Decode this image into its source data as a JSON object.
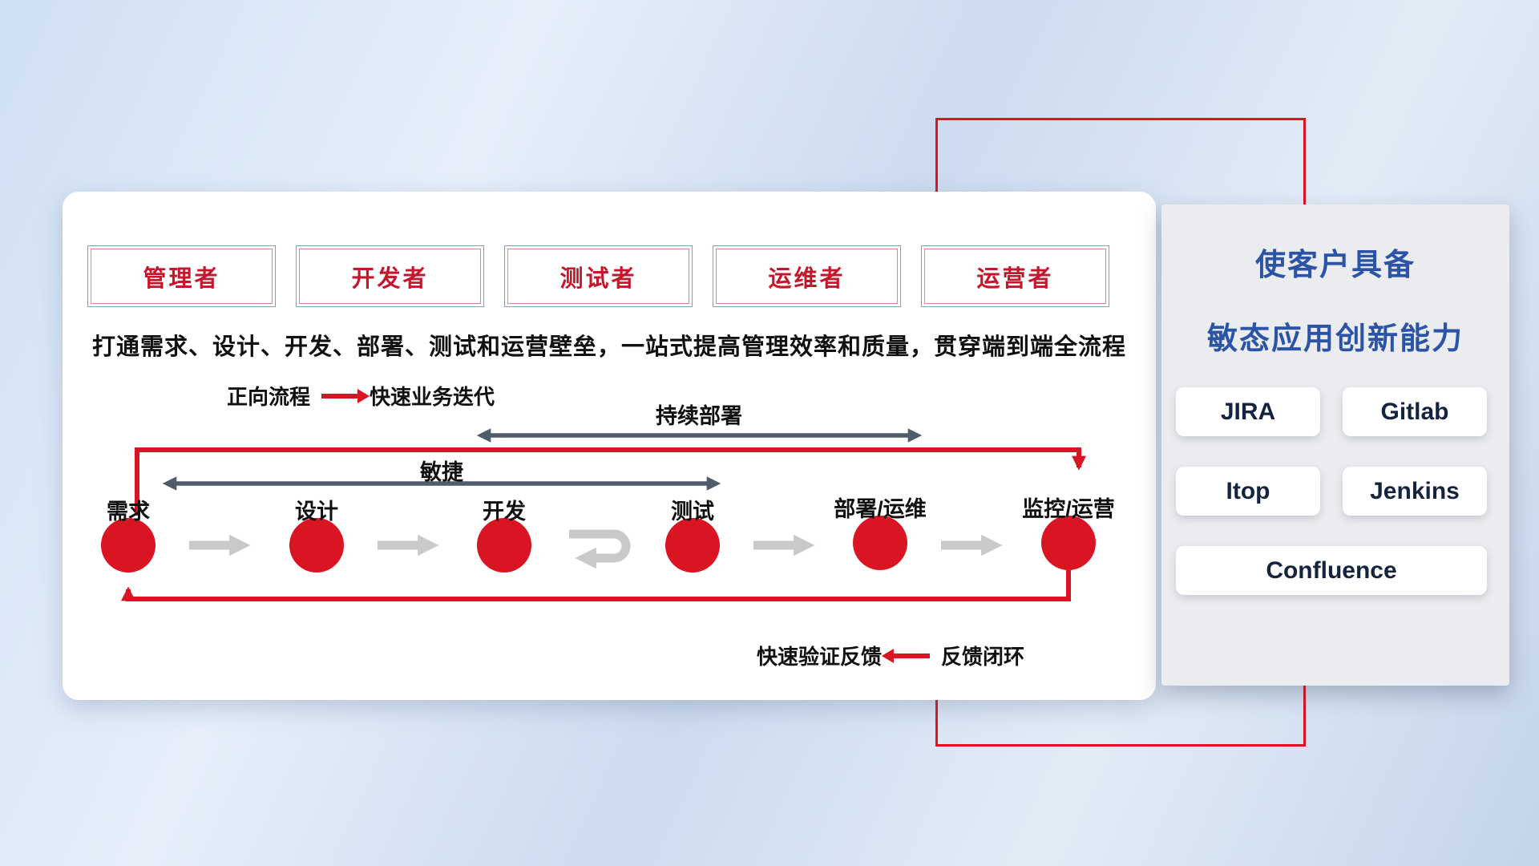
{
  "roles": [
    "管理者",
    "开发者",
    "测试者",
    "运维者",
    "运营者"
  ],
  "description": "打通需求、设计、开发、部署、测试和运营壁垒，一站式提高管理效率和质量，贯穿端到端全流程",
  "legend": {
    "forward_label": "正向流程",
    "forward_desc": "快速业务迭代",
    "feedback_desc": "快速验证反馈",
    "feedback_label": "反馈闭环"
  },
  "flow": {
    "deploy_label": "持续部署",
    "agile_label": "敏捷",
    "stages": [
      "需求",
      "设计",
      "开发",
      "测试",
      "部署/运维",
      "监控/运营"
    ]
  },
  "right_panel": {
    "title_line1": "使客户具备",
    "title_line2": "敏态应用创新能力",
    "tools": [
      "JIRA",
      "Gitlab",
      "Itop",
      "Jenkins",
      "Confluence"
    ]
  },
  "colors": {
    "red": "#d91523",
    "dark_arrow": "#515c6b",
    "gray_arrow": "#c9c9c9",
    "blue_title": "#2b53a6"
  }
}
